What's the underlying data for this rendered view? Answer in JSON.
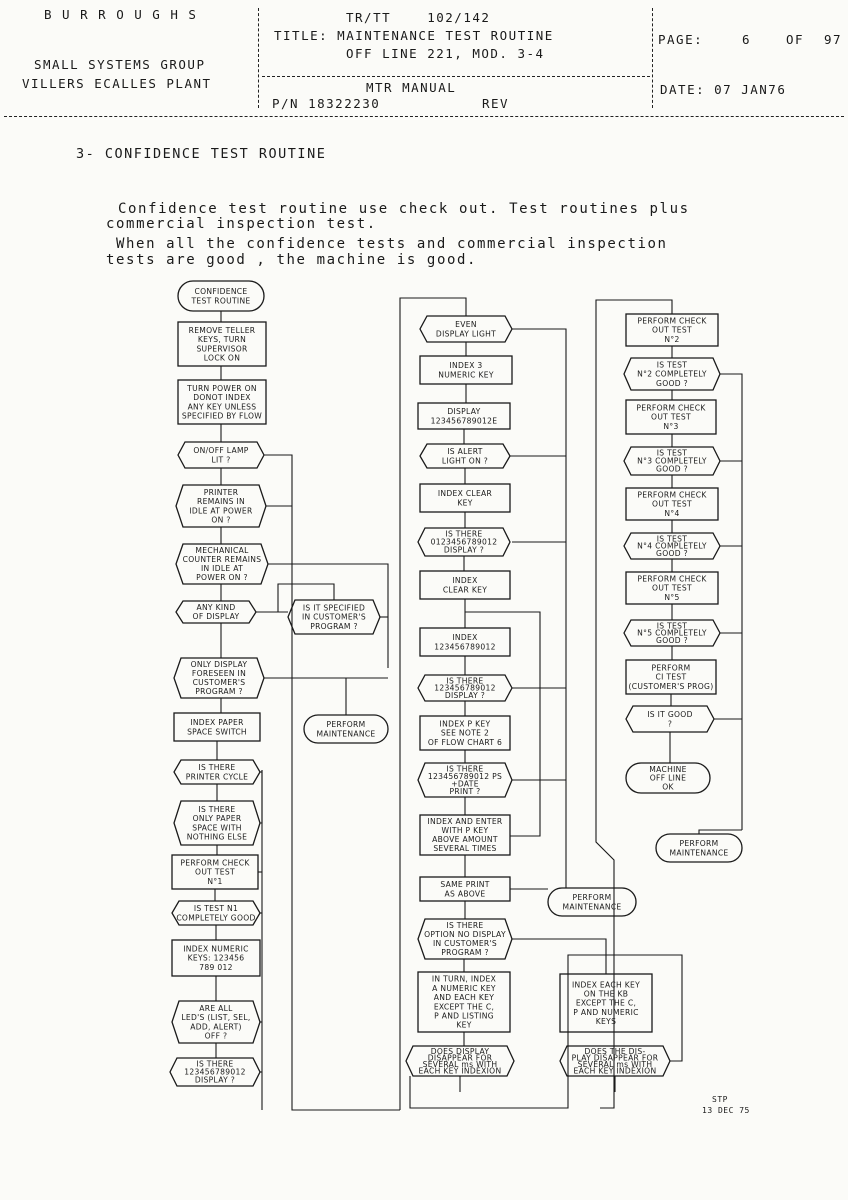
{
  "header": {
    "company": "B U R R O U G H S",
    "group": "SMALL SYSTEMS GROUP",
    "plant": "VILLERS ECALLES PLANT",
    "ref": "TR/TT    102/142",
    "title_line1": "TITLE: MAINTENANCE TEST ROUTINE",
    "title_line2": "OFF LINE 221, MOD. 3-4",
    "manual": "MTR MANUAL",
    "pn": "P/N 18322230",
    "rev": "REV",
    "page_label": "PAGE:",
    "page_num": "6",
    "page_of": "OF",
    "page_total": "97",
    "date": "DATE: 07 JAN76"
  },
  "section_heading": "3- CONFIDENCE TEST ROUTINE",
  "intro": [
    "Confidence test routine use check out. Test routines plus",
    "commercial inspection test.",
    "When all the confidence tests and commercial inspection",
    "tests are good , the machine is good."
  ],
  "flow": {
    "c1": [
      [
        "CONFIDENCE",
        "TEST ROUTINE"
      ],
      [
        "REMOVE TELLER",
        "KEYS, TURN",
        "SUPERVISOR",
        "LOCK ON"
      ],
      [
        "TURN POWER ON",
        "DONOT INDEX",
        "ANY KEY UNLESS",
        "SPECIFIED BY FLOW"
      ],
      [
        "ON/OFF LAMP",
        "LIT ?"
      ],
      [
        "PRINTER",
        "REMAINS IN",
        "IDLE AT POWER",
        "ON ?"
      ],
      [
        "MECHANICAL",
        "COUNTER REMAINS",
        "IN IDLE AT",
        "POWER ON ?"
      ],
      [
        "ANY KIND",
        "OF DISPLAY"
      ],
      [
        "IS IT SPECIFIED",
        "IN CUSTOMER'S",
        "PROGRAM ?"
      ],
      [
        "ONLY DISPLAY",
        "FORESEEN IN",
        "CUSTOMER'S",
        "PROGRAM ?"
      ],
      [
        "PERFORM",
        "MAINTENANCE"
      ],
      [
        "INDEX PAPER",
        "SPACE SWITCH"
      ],
      [
        "IS THERE",
        "PRINTER CYCLE"
      ],
      [
        "IS THERE",
        "ONLY PAPER",
        "SPACE WITH",
        "NOTHING ELSE"
      ],
      [
        "PERFORM CHECK",
        "OUT TEST",
        "N°1"
      ],
      [
        "IS TEST N1",
        "COMPLETELY GOOD"
      ],
      [
        "INDEX NUMERIC",
        "KEYS: 123456",
        "789 012"
      ],
      [
        "ARE ALL",
        "LED'S (LIST, SEL,",
        "ADD, ALERT)",
        "OFF ?"
      ],
      [
        "IS THERE",
        "123456789012",
        "DISPLAY ?"
      ]
    ],
    "c2": [
      [
        "EVEN",
        "DISPLAY LIGHT"
      ],
      [
        "INDEX 3",
        "NUMERIC KEY"
      ],
      [
        "DISPLAY",
        "123456789012E"
      ],
      [
        "IS ALERT",
        "LIGHT ON ?"
      ],
      [
        "INDEX CLEAR",
        "KEY"
      ],
      [
        "IS THERE",
        "0123456789012",
        "DISPLAY ?"
      ],
      [
        "INDEX",
        "CLEAR KEY"
      ],
      [
        "INDEX",
        "123456789012"
      ],
      [
        "IS THERE",
        "123456789012",
        "DISPLAY ?"
      ],
      [
        "INDEX P KEY",
        "SEE NOTE 2",
        "OF FLOW CHART 6"
      ],
      [
        "IS THERE",
        "123456789012 PS",
        "+DATE",
        "PRINT ?"
      ],
      [
        "INDEX AND ENTER",
        "WITH P KEY",
        "ABOVE AMOUNT",
        "SEVERAL TIMES"
      ],
      [
        "SAME PRINT",
        "AS ABOVE"
      ],
      [
        "PERFORM",
        "MAINTENANCE"
      ],
      [
        "IS THERE",
        "OPTION NO DISPLAY",
        "IN CUSTOMER'S",
        "PROGRAM ?"
      ],
      [
        "IN TURN, INDEX",
        "A NUMERIC KEY",
        "AND EACH KEY",
        "EXCEPT THE C,",
        "P AND LISTING",
        "KEY"
      ],
      [
        "INDEX EACH KEY",
        "ON THE KB",
        "EXCEPT THE C,",
        "P AND NUMERIC",
        "KEYS"
      ],
      [
        "DOES DISPLAY",
        "DISAPPEAR FOR",
        "SEVERAL ms WITH",
        "EACH KEY INDEXION"
      ],
      [
        "DOES THE DIS-",
        "PLAY DISAPPEAR FOR",
        "SEVERAL ms WITH",
        "EACH KEY INDEXION"
      ]
    ],
    "c3": [
      [
        "PERFORM CHECK",
        "OUT TEST",
        "N°2"
      ],
      [
        "IS TEST",
        "N°2 COMPLETELY",
        "GOOD ?"
      ],
      [
        "PERFORM CHECK",
        "OUT TEST",
        "N°3"
      ],
      [
        "IS TEST",
        "N°3 COMPLETELY",
        "GOOD ?"
      ],
      [
        "PERFORM CHECK",
        "OUT TEST",
        "N°4"
      ],
      [
        "IS TEST",
        "N°4 COMPLETELY",
        "GOOD ?"
      ],
      [
        "PERFORM CHECK",
        "OUT TEST",
        "N°5"
      ],
      [
        "IS TEST",
        "N°5 COMPLETELY",
        "GOOD ?"
      ],
      [
        "PERFORM",
        "CI TEST",
        "(CUSTOMER'S PROG)"
      ],
      [
        "IS IT GOOD",
        "?"
      ],
      [
        "MACHINE",
        "OFF LINE",
        "OK"
      ],
      [
        "PERFORM",
        "MAINTENANCE"
      ]
    ]
  },
  "signature": [
    "STP",
    "13 DEC 75"
  ]
}
